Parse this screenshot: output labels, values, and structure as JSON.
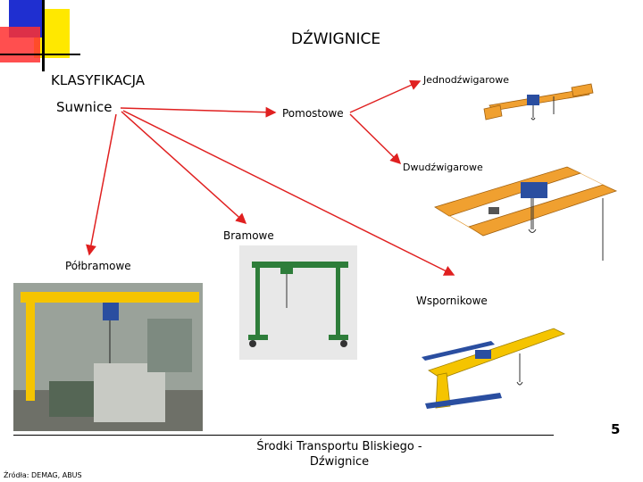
{
  "slide": {
    "title": "DŹWIGNICE",
    "heading": "KLASYFIKACJA",
    "root": "Suwnice",
    "page_number": "5",
    "footer": "Środki Transportu Bliskiego - Dźwignice",
    "source": "Źródła: DEMAG, ABUS"
  },
  "categories": {
    "pomostowe": "Pomostowe",
    "jednodzwigarowe": "Jednodźwigarowe",
    "dwudzwigarowe": "Dwudźwigarowe",
    "bramowe": "Bramowe",
    "polbramowe": "Półbramowe",
    "wspornikowe": "Wspornikowe"
  },
  "colors": {
    "arrow": "#e02020",
    "square_blue": "#1f2fd0",
    "square_yellow": "#ffe800",
    "square_red": "#ff2020",
    "crane_orange": "#f0a030",
    "crane_green": "#2e7d3a",
    "crane_yellow": "#f5c400",
    "crane_blue": "#2a4ea0"
  }
}
